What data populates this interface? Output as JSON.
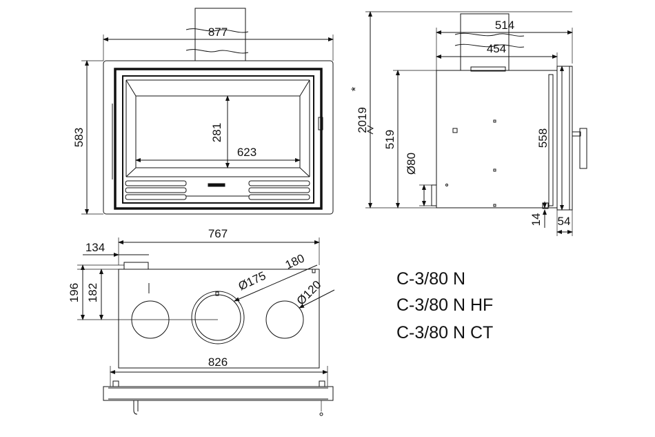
{
  "front_view": {
    "width": "877",
    "height": "583",
    "glass_height": "281",
    "glass_width": "623"
  },
  "side_view": {
    "depth_outer": "514",
    "depth_body": "454",
    "install_height": "2019",
    "install_note": "*",
    "body_height": "519",
    "total_height": "558",
    "air_inlet": "Ø80",
    "base_offset": "14",
    "frame_depth": "54"
  },
  "top_view": {
    "body_width": "767",
    "offset_x": "134",
    "offset_y_outer": "196",
    "offset_y_inner": "182",
    "flue_main": "Ø175",
    "flue_main_dist": "180",
    "flue_side": "Ø120",
    "frame_width": "826"
  },
  "models": [
    "C-3/80 N",
    "C-3/80 N HF",
    "C-3/80 N CT"
  ],
  "icons": {
    "diameter-symbol": "Ø",
    "break-mark": "wavy double line"
  }
}
